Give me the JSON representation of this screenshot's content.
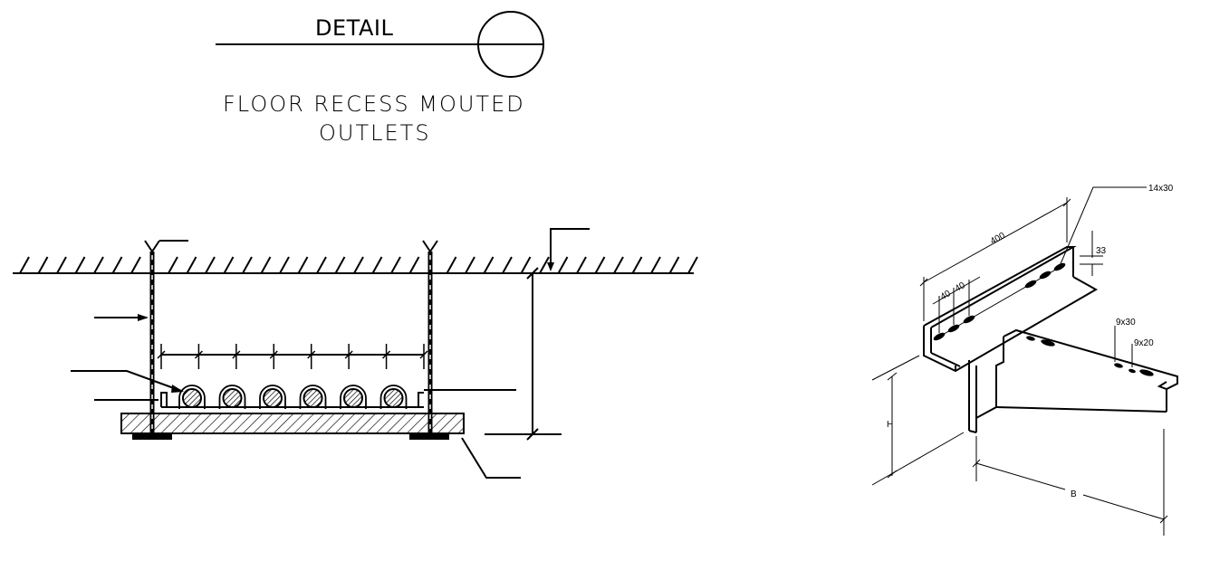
{
  "title": {
    "detail_label": "DETAIL",
    "subtitle_line1": "FLOOR RECESS MOUTED",
    "subtitle_line2": "OUTLETS"
  },
  "bracket": {
    "length": "400",
    "pitch_1": "40",
    "pitch_2": "40",
    "slot_top": "14x30",
    "flange": "33",
    "slot_arm_1": "9x30",
    "slot_arm_2": "9x20",
    "height_label": "H",
    "width_label": "B"
  },
  "section": {
    "conduit_count": 6,
    "dimension_ticks": 8
  }
}
